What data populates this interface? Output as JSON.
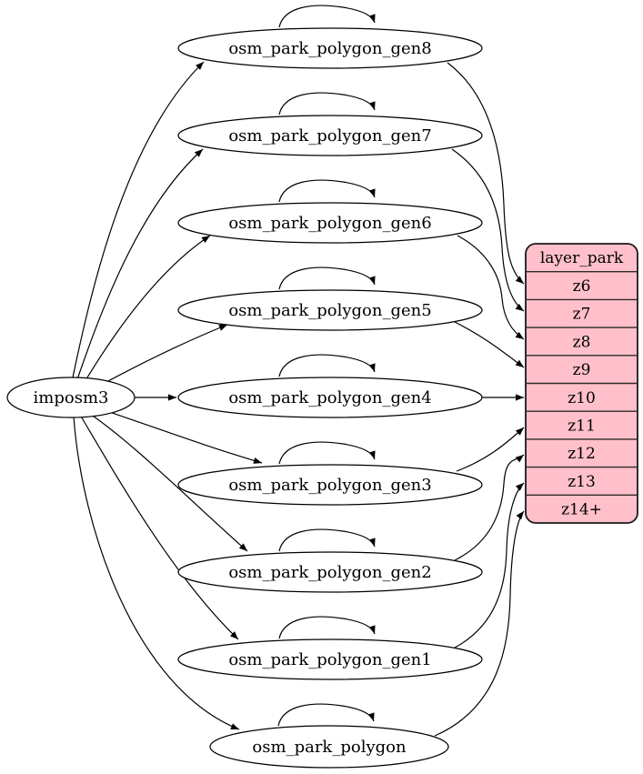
{
  "source_node": {
    "label": "imposm3"
  },
  "table_nodes": [
    {
      "label": "osm_park_polygon_gen8",
      "maps_to_row": "z6"
    },
    {
      "label": "osm_park_polygon_gen7",
      "maps_to_row": "z7"
    },
    {
      "label": "osm_park_polygon_gen6",
      "maps_to_row": "z8"
    },
    {
      "label": "osm_park_polygon_gen5",
      "maps_to_row": "z9"
    },
    {
      "label": "osm_park_polygon_gen4",
      "maps_to_row": "z10"
    },
    {
      "label": "osm_park_polygon_gen3",
      "maps_to_row": "z11"
    },
    {
      "label": "osm_park_polygon_gen2",
      "maps_to_row": "z12"
    },
    {
      "label": "osm_park_polygon_gen1",
      "maps_to_row": "z13"
    },
    {
      "label": "osm_park_polygon",
      "maps_to_row": "z14+"
    }
  ],
  "layer_table": {
    "title": "layer_park",
    "rows": [
      "z6",
      "z7",
      "z8",
      "z9",
      "z10",
      "z11",
      "z12",
      "z13",
      "z14+"
    ]
  },
  "colors": {
    "table_fill": "#ffc0cb",
    "table_stroke": "#1a1a1a",
    "node_fill": "#ffffff",
    "edge_color": "#000000",
    "background": "#ffffff"
  }
}
